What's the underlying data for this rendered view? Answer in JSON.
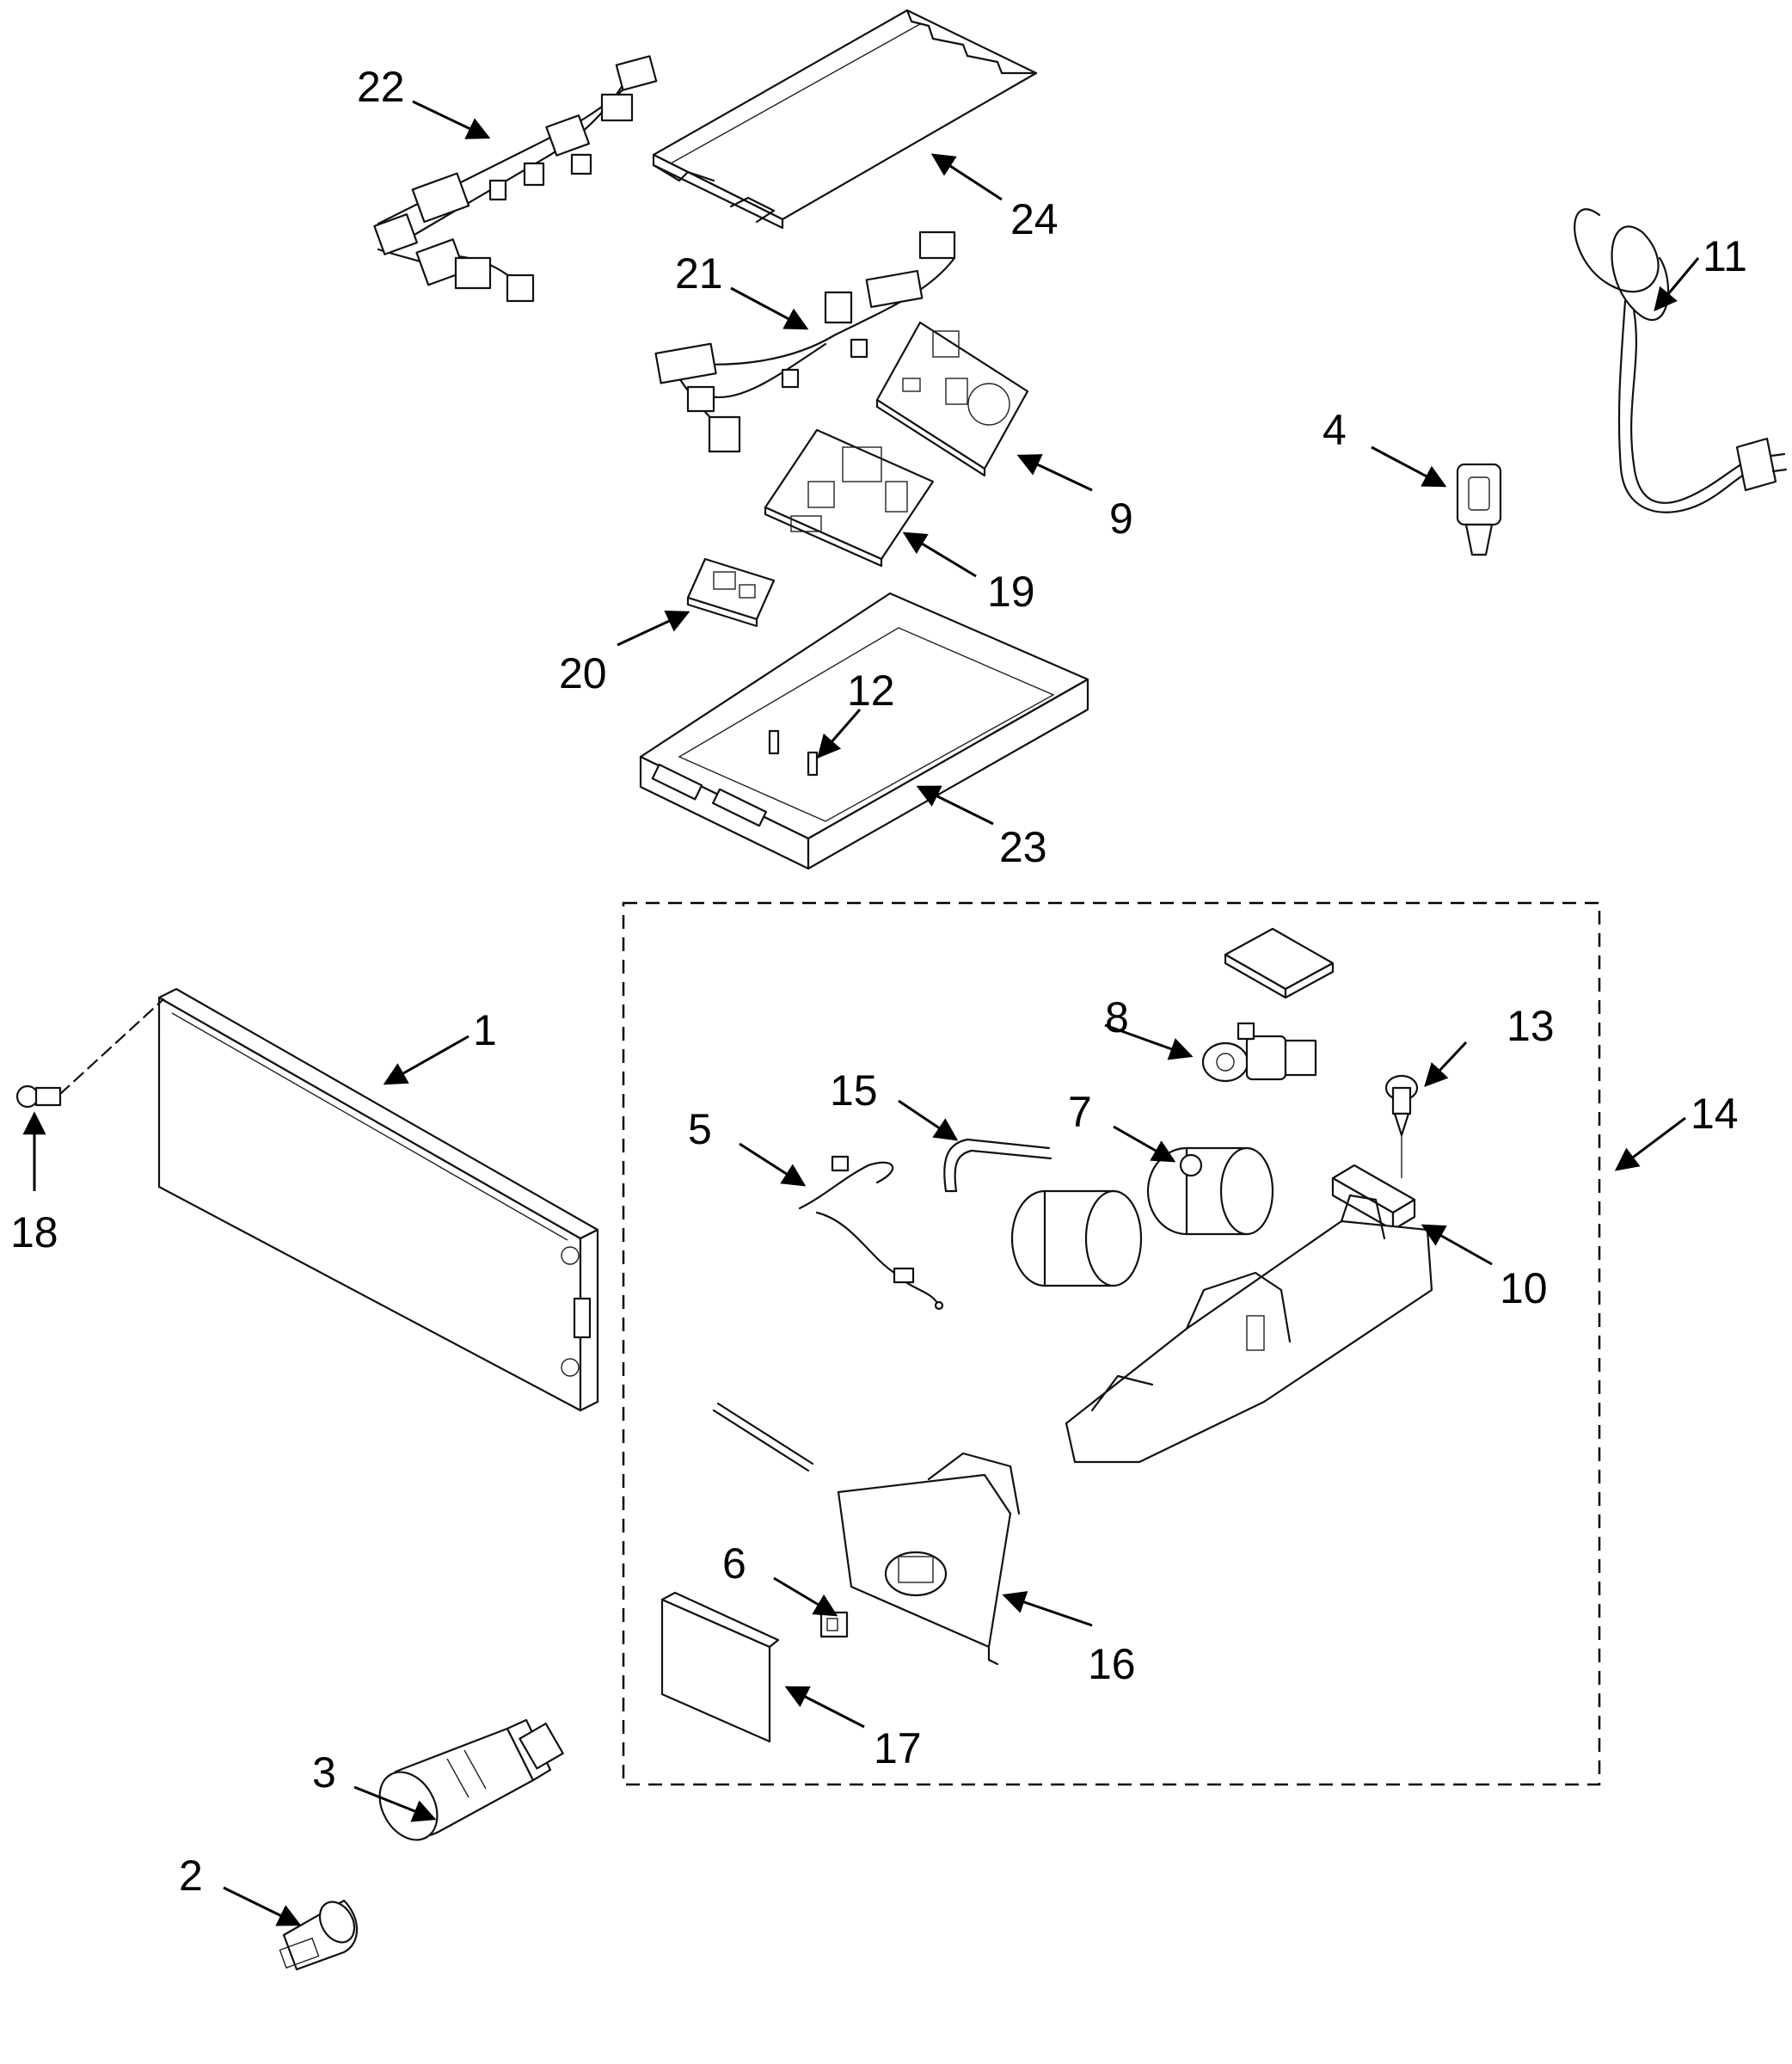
{
  "callouts": [
    {
      "id": "1",
      "text": "1"
    },
    {
      "id": "2",
      "text": "2"
    },
    {
      "id": "3",
      "text": "3"
    },
    {
      "id": "4",
      "text": "4"
    },
    {
      "id": "5",
      "text": "5"
    },
    {
      "id": "6",
      "text": "6"
    },
    {
      "id": "7",
      "text": "7"
    },
    {
      "id": "8",
      "text": "8"
    },
    {
      "id": "9",
      "text": "9"
    },
    {
      "id": "10",
      "text": "10"
    },
    {
      "id": "11",
      "text": "11"
    },
    {
      "id": "12",
      "text": "12"
    },
    {
      "id": "13",
      "text": "13"
    },
    {
      "id": "14",
      "text": "14"
    },
    {
      "id": "15",
      "text": "15"
    },
    {
      "id": "16",
      "text": "16"
    },
    {
      "id": "17",
      "text": "17"
    },
    {
      "id": "18",
      "text": "18"
    },
    {
      "id": "19",
      "text": "19"
    },
    {
      "id": "20",
      "text": "20"
    },
    {
      "id": "21",
      "text": "21"
    },
    {
      "id": "22",
      "text": "22"
    },
    {
      "id": "23",
      "text": "23"
    },
    {
      "id": "24",
      "text": "24"
    }
  ],
  "colors": {
    "ink": "#000000",
    "background": "#ffffff"
  }
}
